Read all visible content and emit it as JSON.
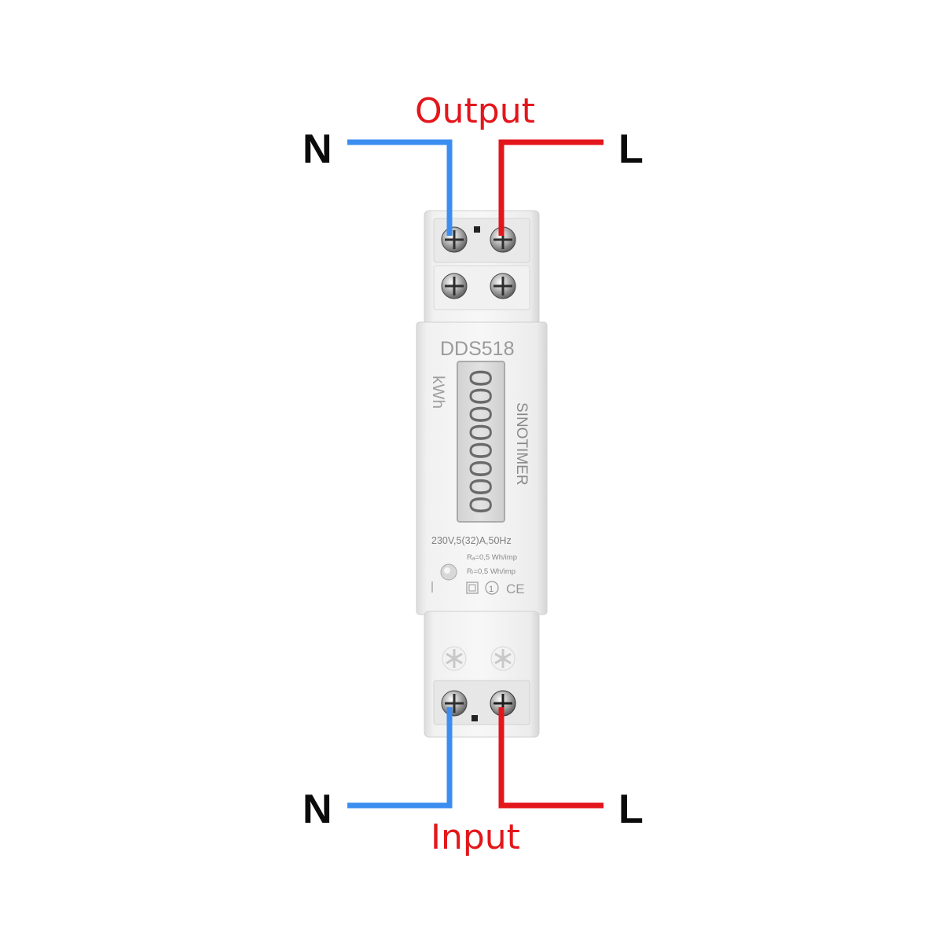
{
  "labels": {
    "output": "Output",
    "input": "Input",
    "n_top": "N",
    "l_top": "L",
    "n_bottom": "N",
    "l_bottom": "L"
  },
  "meter": {
    "model": "DDS518",
    "unit": "kWh",
    "brand": "SINOTIMER",
    "reading": "00000000",
    "rating": "230V,5(32)A,50Hz",
    "constant_ra": "Rₐ=0,5 Wh/imp",
    "constant_rl": "Rₗ=0,5 Wh/imp",
    "class_mark": "1",
    "ce_mark": "CE"
  },
  "colors": {
    "neutral_wire": "#3b8ef0",
    "live_wire": "#e3161b",
    "label_red": "#e3161b",
    "label_black": "#0b0b0b",
    "housing": "#eeeeee"
  }
}
